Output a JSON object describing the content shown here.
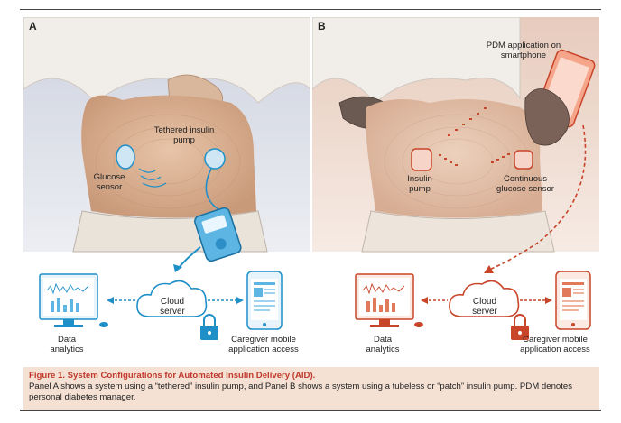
{
  "panel_a": {
    "letter": "A",
    "labels": {
      "tethered_pump": "Tethered insulin pump",
      "glucose_sensor": "Glucose sensor",
      "cloud": "Cloud server",
      "data_analytics": "Data analytics",
      "caregiver": "Caregiver mobile application access"
    }
  },
  "panel_b": {
    "letter": "B",
    "labels": {
      "pdm_app": "PDM application on smartphone",
      "insulin_pump": "Insulin pump",
      "cgm": "Continuous glucose sensor",
      "cloud": "Cloud server",
      "data_analytics": "Data analytics",
      "caregiver": "Caregiver mobile application access"
    }
  },
  "caption": {
    "title": "Figure 1. System Configurations for Automated Insulin Delivery (AID).",
    "body": "Panel A shows a system using a “tethered” insulin pump, and Panel B shows a system using a tubeless or “patch” insulin pump. PDM denotes personal diabetes manager."
  },
  "colors": {
    "panel_a_accent": "#1f8fc8",
    "panel_b_accent": "#c8452a",
    "caption_bg": "#f4e1d4",
    "caption_title": "#c0392b"
  }
}
